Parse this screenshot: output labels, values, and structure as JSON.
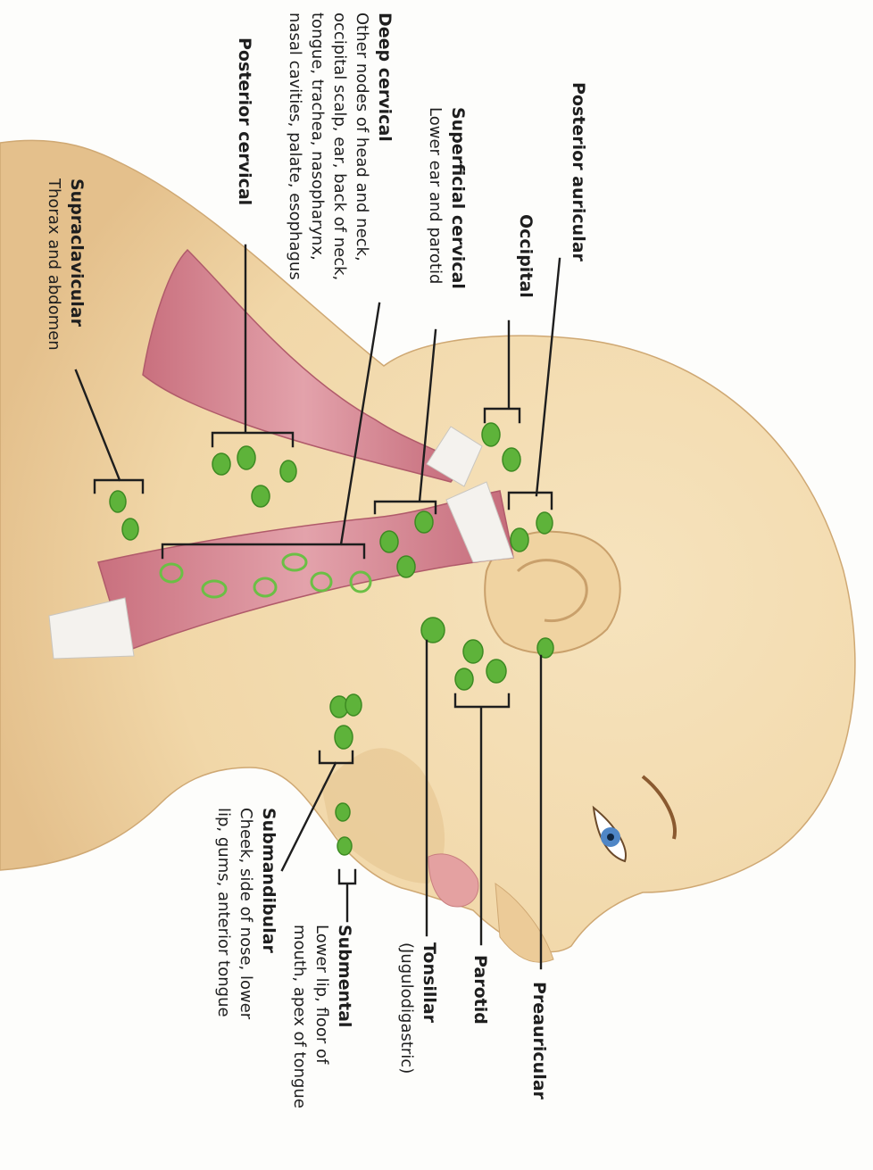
{
  "colors": {
    "skin": "#f3dcb0",
    "skin_shadow": "#e3c08c",
    "muscle": "#d98a96",
    "tendon": "#f4f2ee",
    "node": "#5eb33a",
    "label": "#1e1e1e",
    "iris": "#4f86c6"
  },
  "labels": {
    "posterior_auricular": {
      "title": "Posterior auricular"
    },
    "occipital": {
      "title": "Occipital"
    },
    "superficial_cervical": {
      "title": "Superficial cervical",
      "lines": [
        "Lower ear and parotid"
      ]
    },
    "deep_cervical": {
      "title": "Deep cervical",
      "lines": [
        "Other nodes of head and neck,",
        "occipital scalp, ear, back of neck,",
        "tongue, trachea, nasopharynx,",
        "nasal cavities, palate, esophagus"
      ]
    },
    "posterior_cervical": {
      "title": "Posterior cervical"
    },
    "supraclavicular": {
      "title": "Supraclavicular",
      "lines": [
        "Thorax and abdomen"
      ]
    },
    "preauricular": {
      "title": "Preauricular"
    },
    "parotid": {
      "title": "Parotid"
    },
    "tonsillar": {
      "title": "Tonsillar",
      "lines": [
        "(Jugulodigastric)"
      ]
    },
    "submental": {
      "title": "Submental",
      "lines": [
        "Lower lip, floor of",
        "mouth, apex of tongue"
      ]
    },
    "submandibular": {
      "title": "Submandibular",
      "lines": [
        "Cheek, side of nose, lower",
        "lip, gums, anterior tongue"
      ]
    }
  }
}
